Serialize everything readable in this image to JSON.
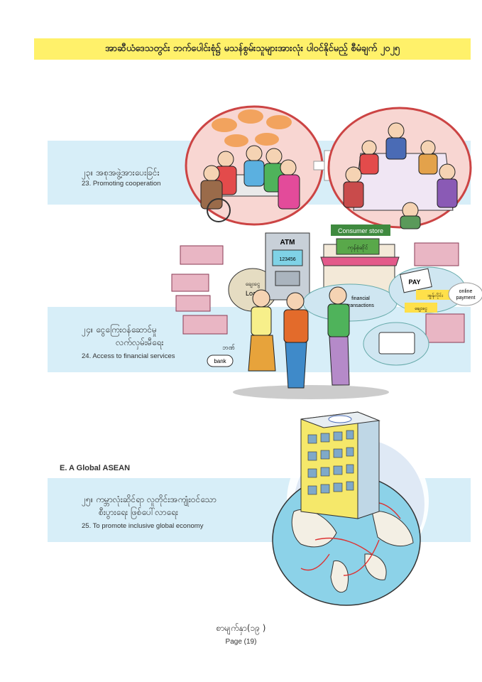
{
  "header": {
    "title": "အာဆီယံဒေသတွင်း ဘက်ပေါင်းစုံ၌ မသန်စွမ်းသူများအားလုံး ပါဝင်နိုင်မည့် စီမံချက် ၂၀၂၅"
  },
  "items": [
    {
      "mm": "၂၃။ အစုအဖွဲ့အားပေးခြင်း",
      "en": "23. Promoting cooperation"
    },
    {
      "mm": [
        "၂၄။ ငွေကြေးဝန်ဆောင်မှု",
        "လက်လှမ်းမီရေး"
      ],
      "en": "24. Access to financial services"
    },
    {
      "mm": [
        "၂၅။ ကမ္ဘာလုံးဆိုင်ရာ လူတိုင်းအကျုံးဝင်သော",
        "စီးပွားရေး ဖြစ်ပေါ်လာရေး"
      ],
      "en": "25. To promote inclusive global economy"
    }
  ],
  "section": {
    "heading": "E. A Global ASEAN"
  },
  "illustration_labels": {
    "atm": "ATM",
    "atm_screen": "123456",
    "store_sign": "Consumer store",
    "store_signboard": "ကုန်စုံဆိုင်",
    "loan_bag": "Loan",
    "loan_bag_mm": "ချေးငွေ",
    "financial": "financial",
    "transactions": "transactions",
    "pay": "PAY",
    "online": "online",
    "payment": "payment",
    "online_payment_mm": "အွန်လိုင်း",
    "loan_mm": "ချေးငွေ",
    "bank": "bank",
    "bank_mm": "ဘဏ်"
  },
  "footer": {
    "mm": "စာမျက်နှာ(၁၉ )",
    "en": "Page (19)"
  }
}
